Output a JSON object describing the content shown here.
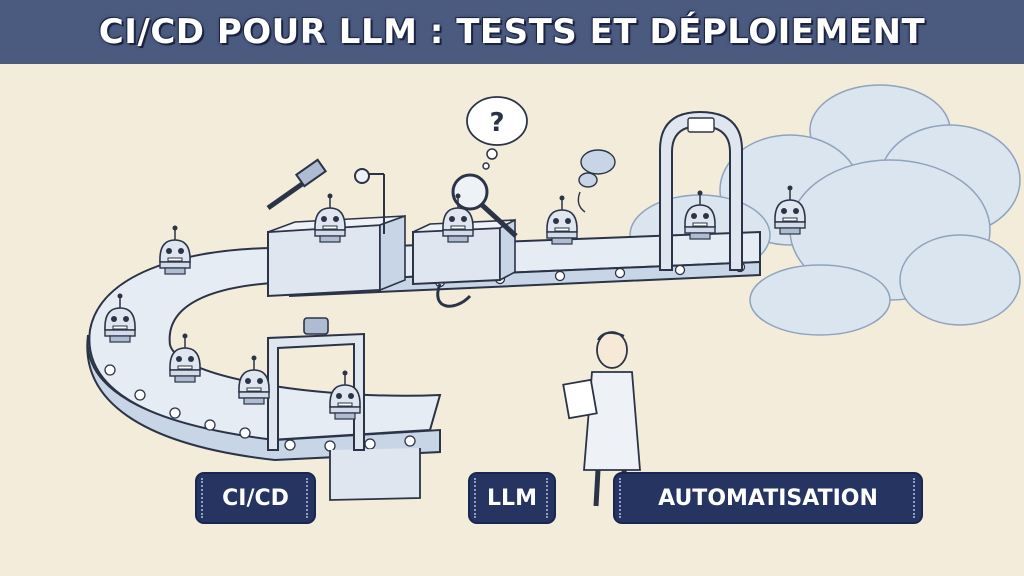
{
  "title": "CI/CD POUR LLM : TESTS ET DÉPLOIEMENT",
  "tags": [
    "CI/CD",
    "LLM",
    "AUTOMATISATION"
  ],
  "thought_bubble_text": "?",
  "colors": {
    "title_bar": "#4b5a7f",
    "tag_bg": "#263462",
    "paper": "#f4ecdb",
    "ink": "#2b3447",
    "wash_blue": "#c7d5e6"
  }
}
